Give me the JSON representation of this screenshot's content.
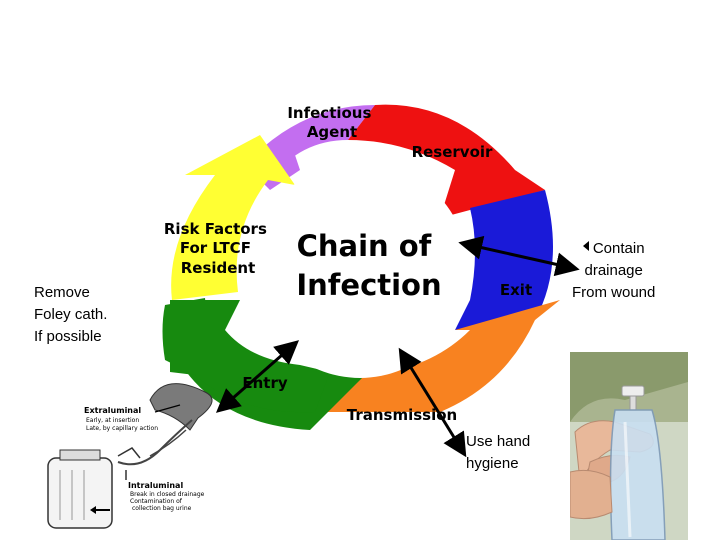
{
  "diagram": {
    "center_title": [
      "Chain of",
      "Infection"
    ],
    "segments": [
      {
        "id": "infectious-agent",
        "label": [
          "Infectious",
          "Agent"
        ],
        "color": "#c36ef0"
      },
      {
        "id": "reservoir",
        "label": [
          "Reservoir"
        ],
        "color": "#ee1111"
      },
      {
        "id": "exit",
        "label": [
          "Exit"
        ],
        "color": "#1a1ad8"
      },
      {
        "id": "transmission",
        "label": [
          "Transmission"
        ],
        "color": "#f88220"
      },
      {
        "id": "entry",
        "label": [
          "Entry"
        ],
        "color": "#178a0f"
      },
      {
        "id": "risk-factors",
        "label": [
          "Risk Factors",
          "For LTCF",
          "Resident"
        ],
        "color": "#ffff33"
      }
    ]
  },
  "notes": {
    "remove_foley": [
      "Remove",
      "Foley cath.",
      "If possible"
    ],
    "contain_drainage": [
      "Contain",
      "drainage",
      "From wound"
    ],
    "hand_hygiene": [
      "Use hand",
      "hygiene"
    ]
  },
  "catheter_figure": {
    "extraluminal_title": "Extraluminal",
    "extraluminal_items": [
      "Early, at insertion",
      "Late, by capillary action"
    ],
    "intraluminal_title": "Intraluminal",
    "intraluminal_items": [
      "Break in closed drainage",
      "Contamination of",
      "collection bag urine"
    ]
  }
}
